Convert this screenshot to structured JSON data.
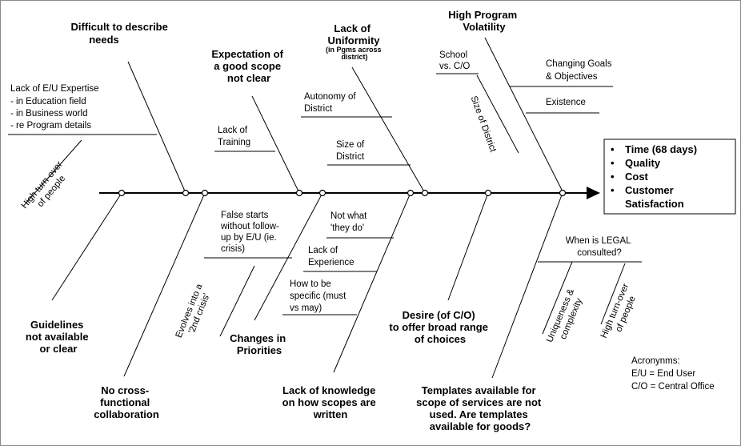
{
  "categories": {
    "difficult": [
      "Difficult to describe",
      "needs"
    ],
    "expectation": [
      "Expectation of",
      "a good scope",
      "not clear"
    ],
    "uniformity": [
      "Lack of",
      "Uniformity"
    ],
    "uniformity_note": [
      "(in Pgms across",
      "district)"
    ],
    "volatility": [
      "High Program",
      "Volatility"
    ],
    "guidelines": [
      "Guidelines",
      "not available",
      "or clear"
    ],
    "cross_functional": [
      "No cross-",
      "functional",
      "collaboration"
    ],
    "changes": [
      "Changes in",
      "Priorities"
    ],
    "knowledge": [
      "Lack of knowledge",
      "on how scopes are",
      "written"
    ],
    "desire": [
      "Desire (of C/O)",
      "to offer broad range",
      "of choices"
    ],
    "templates": [
      "Templates available for",
      "scope of services are not",
      "used.  Are templates",
      "available for goods?"
    ]
  },
  "causes": {
    "expertise": [
      "Lack of E/U Expertise",
      " - in Education field",
      " - in Business world",
      " - re Program details"
    ],
    "turnover_left": [
      "High turn-over",
      "of people"
    ],
    "training": [
      "Lack of",
      "Training"
    ],
    "autonomy": [
      "Autonomy of",
      "District"
    ],
    "size_left": [
      "Size of",
      "District"
    ],
    "school": [
      "School",
      "vs. C/O"
    ],
    "size_rot": "Size of District",
    "goals": [
      "Changing Goals",
      "& Objectives"
    ],
    "existence": "Existence",
    "false_starts": [
      "False starts",
      "without follow-",
      "up by E/U (ie.",
      "crisis)"
    ],
    "evolves": [
      "Evolves into a",
      "'2nd crisis'"
    ],
    "not_what": [
      "Not what",
      "'they do'"
    ],
    "experience": [
      "Lack of",
      "Experience"
    ],
    "specific": [
      "How to be",
      "specific (must",
      "vs may)"
    ],
    "legal": [
      "When is LEGAL",
      "consulted?"
    ],
    "uniqueness": [
      "Uniqueness &",
      "complexity"
    ],
    "turnover_right": [
      "High turn-over",
      "of people"
    ]
  },
  "effect": [
    "Time (68 days)",
    "Quality",
    "Cost",
    "Customer",
    "Satisfaction"
  ],
  "acronyms": [
    "Acronynms:",
    "E/U = End User",
    "C/O = Central Office"
  ]
}
